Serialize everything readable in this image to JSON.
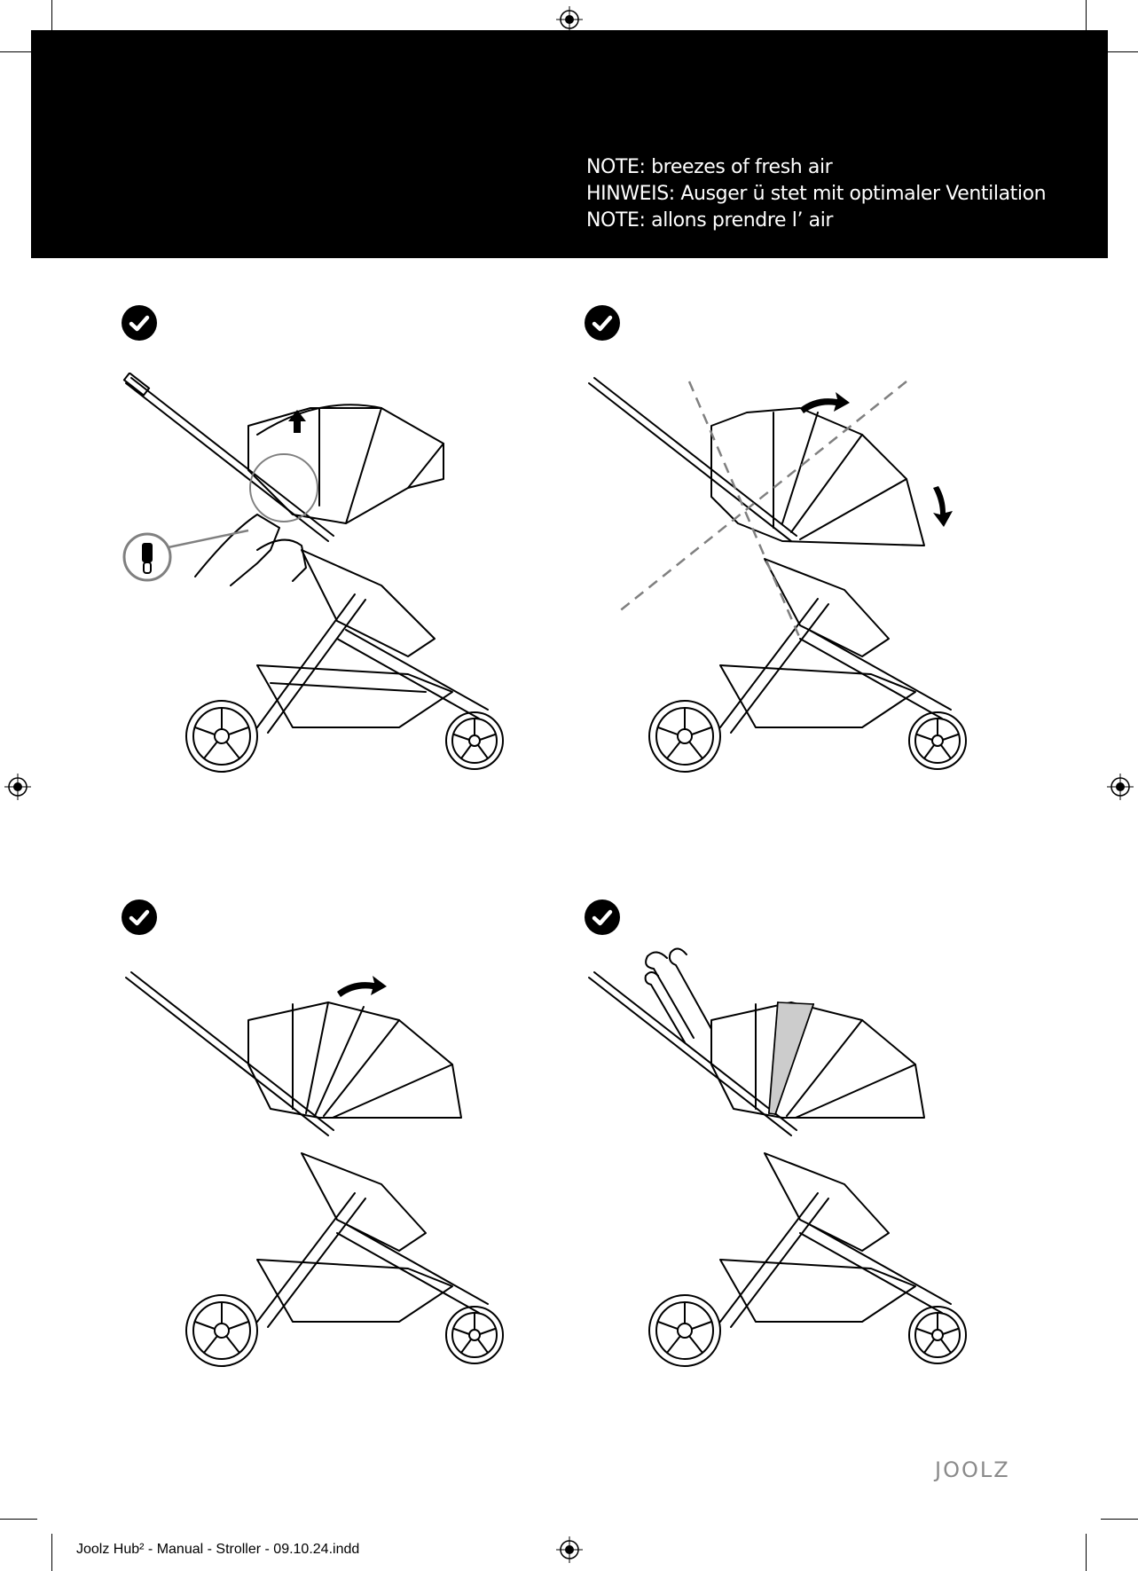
{
  "header": {
    "note_lines": [
      "NOTE:  breezes of fresh air",
      "HINWEIS:  Ausger ü stet mit optimaler Ventilation",
      "NOTE:  allons prendre l’ air"
    ]
  },
  "steps": [
    {
      "status": "correct",
      "icon": "check-circle-icon",
      "illustration": "stroller-unzip-canopy-panel"
    },
    {
      "status": "correct",
      "icon": "check-circle-icon",
      "illustration": "stroller-extend-canopy"
    },
    {
      "status": "correct",
      "icon": "check-circle-icon",
      "illustration": "stroller-fold-canopy-back"
    },
    {
      "status": "correct",
      "icon": "check-circle-icon",
      "illustration": "stroller-ventilation-airflow"
    }
  ],
  "brand": {
    "logo_text": "JOOLZ"
  },
  "footer": {
    "file_label": "Joolz Hub² - Manual - Stroller - 09.10.24.indd"
  },
  "colors": {
    "header_band": "#000000",
    "note_text": "#ffffff",
    "logo": "#8a8a8a",
    "vent_panel": "#cccccc"
  }
}
